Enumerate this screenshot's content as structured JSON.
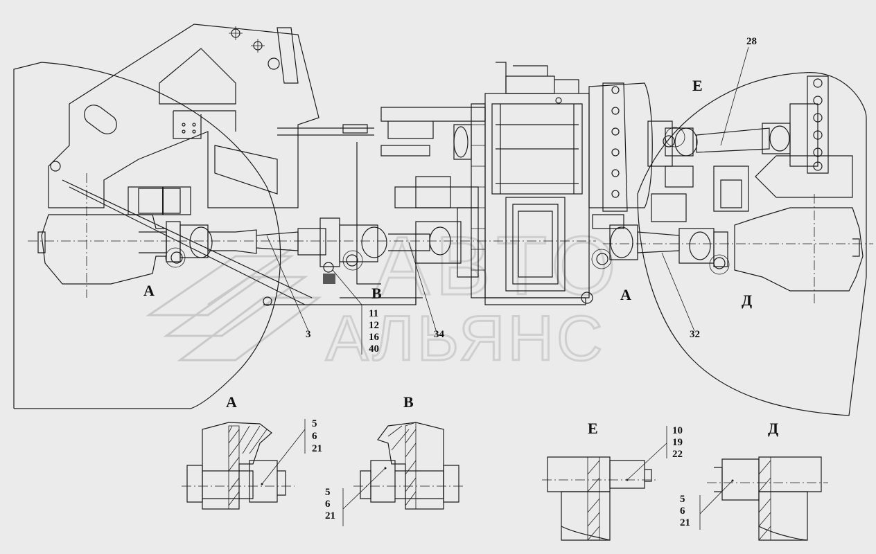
{
  "watermark": {
    "upper": "ABTO",
    "lower": "АЛЬЯНС"
  },
  "callouts": {
    "c28": "28",
    "c3": "3",
    "c34": "34",
    "c32": "32",
    "group_b": [
      "11",
      "12",
      "16",
      "40"
    ]
  },
  "view_labels": {
    "main_e": "Е",
    "main_a_left": "А",
    "main_b": "В",
    "main_a_right": "А",
    "main_d": "Д"
  },
  "details": {
    "a": {
      "title": "А",
      "parts": [
        "5",
        "6",
        "21"
      ]
    },
    "b": {
      "title": "В",
      "parts": [
        "5",
        "6",
        "21"
      ]
    },
    "e": {
      "title": "Е",
      "parts": [
        "10",
        "19",
        "22"
      ]
    },
    "d": {
      "title": "Д",
      "parts": [
        "5",
        "6",
        "21"
      ]
    }
  }
}
